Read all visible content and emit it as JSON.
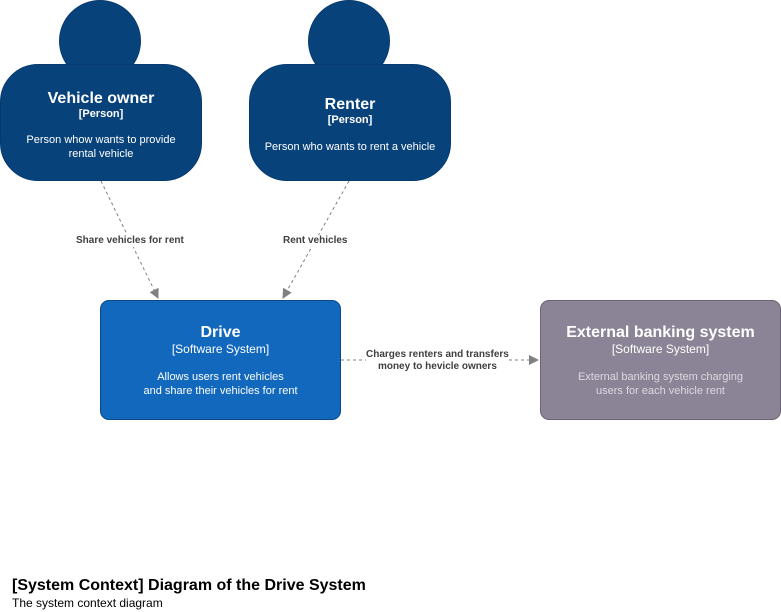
{
  "people": {
    "owner": {
      "name": "Vehicle owner",
      "type": "[Person]",
      "description": "Person whow wants to provide rental vehicle"
    },
    "renter": {
      "name": "Renter",
      "type": "[Person]",
      "description": "Person who wants to rent a vehicle"
    }
  },
  "systems": {
    "drive": {
      "name": "Drive",
      "type": "[Software System]",
      "description_line1": "Allows users rent vehicles",
      "description_line2": "and share their vehicles for rent"
    },
    "bank": {
      "name": "External banking system",
      "type": "[Software System]",
      "description_line1": "External banking system charging",
      "description_line2": "users for each vehicle rent"
    }
  },
  "relations": {
    "owner_to_drive": "Share vehicles for rent",
    "renter_to_drive": "Rent vehicles",
    "drive_to_bank_line1": "Charges renters and transfers",
    "drive_to_bank_line2": "money to hevicle owners"
  },
  "footer": {
    "title": "[System Context] Diagram of the Drive System",
    "subtitle": "The system context diagram"
  },
  "colors": {
    "person": "#08427b",
    "system": "#1168bd",
    "external": "#8b8496",
    "edge": "#808080"
  }
}
